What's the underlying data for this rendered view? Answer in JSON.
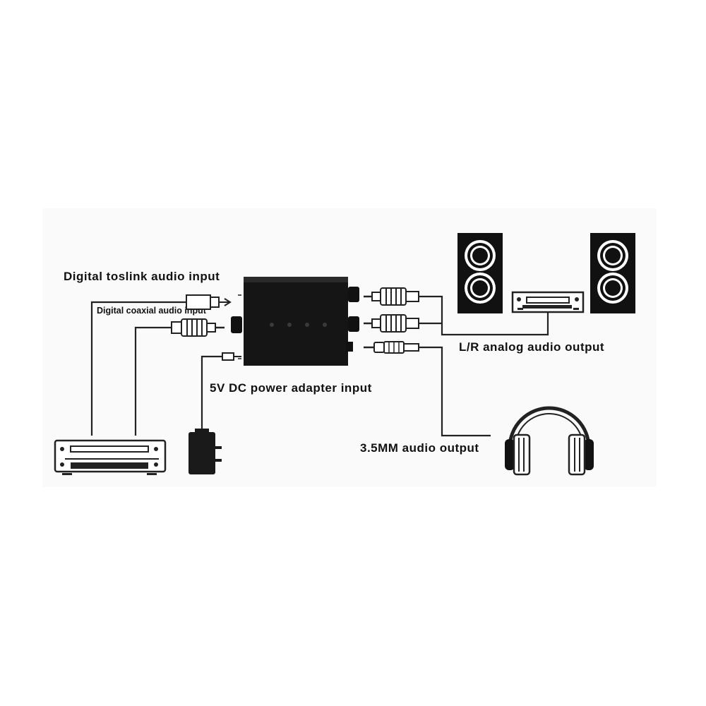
{
  "labels": {
    "toslink_input": "Digital  toslink audio input",
    "coaxial_input": "Digital  coaxial audio input",
    "power_input": "5V DC power adapter input",
    "analog_output": "L/R analog audio output",
    "headphone_output": "3.5MM audio output"
  },
  "colors": {
    "ink": "#111111",
    "panel": "#fafafa",
    "device_body": "#151515"
  },
  "icons": [
    "source-player-icon",
    "power-adapter-icon",
    "converter-box-icon",
    "toslink-plug-icon",
    "coaxial-rca-plug-icon",
    "dc-plug-icon",
    "rca-plug-icon",
    "headphone-plug-icon",
    "speaker-left-icon",
    "speaker-right-icon",
    "amplifier-icon",
    "headphones-icon"
  ]
}
